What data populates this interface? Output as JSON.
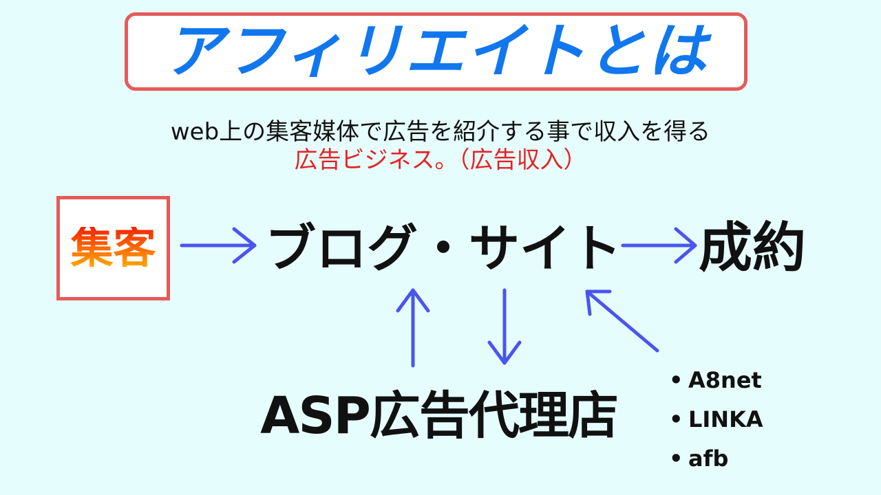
{
  "title": "アフィリエイトとは",
  "description": {
    "line1": "web上の集客媒体で広告を紹介する事で収入を得る",
    "line2": "広告ビジネス。（広告収入）"
  },
  "nodes": {
    "shuukyaku": "集客",
    "blog_site": "ブログ・サイト",
    "seiyaku": "成約",
    "asp": "ASP広告代理店"
  },
  "asp_examples": {
    "bullet": "•",
    "items": [
      "A8net",
      "LINKA",
      "afb"
    ]
  },
  "colors": {
    "background": "#e6fdfd",
    "title_blue": "#1177ee",
    "box_border": "#e65a5a",
    "highlight_red": "#e62222",
    "arrow_blue": "#4a55ee"
  }
}
